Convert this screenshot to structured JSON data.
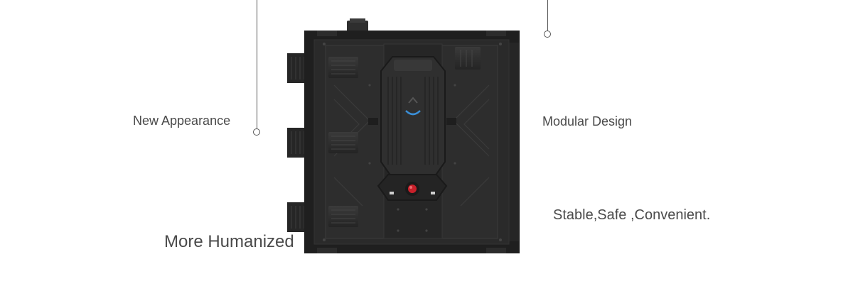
{
  "features": {
    "new_appearance": "New Appearance",
    "modular_design": "Modular Design",
    "stable_safe": "Stable,Safe ,Convenient.",
    "more_humanized": "More Humanized"
  },
  "colors": {
    "cabinet_body": "#2a2a2a",
    "cabinet_frame": "#1f1f1f",
    "accent_button": "#c8202a",
    "indicator_blue": "#3a8fd8",
    "callout_line": "#555555",
    "label_text": "#4a4a4a"
  },
  "icons": {
    "callout_marker": "hollow-circle",
    "power_button": "red-round-button"
  }
}
